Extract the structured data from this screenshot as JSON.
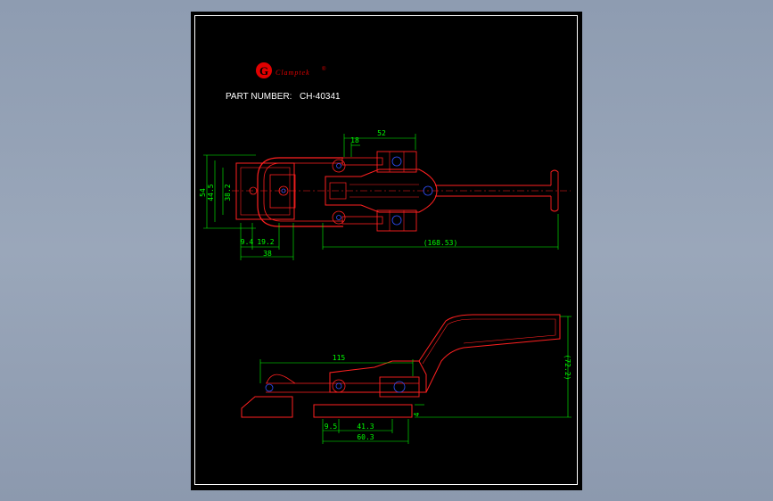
{
  "logo": {
    "letter": "G",
    "brand": "Clamptek",
    "mark": "®"
  },
  "part_number": {
    "label": "PART NUMBER:",
    "value": "CH-40341"
  },
  "top_view": {
    "dims": [
      "52",
      "18",
      "54",
      "44.5",
      "38.2",
      "9.4",
      "19.2",
      "38",
      "(168.53)"
    ]
  },
  "side_view": {
    "dims": [
      "115",
      "(72.2)",
      "4",
      "9.5",
      "41.3",
      "60.3"
    ]
  },
  "colors": {
    "outline": "#ff2020",
    "dimension": "#00ff00",
    "hole": "#3050ff",
    "sheet": "#000000",
    "border": "#ffffff"
  }
}
